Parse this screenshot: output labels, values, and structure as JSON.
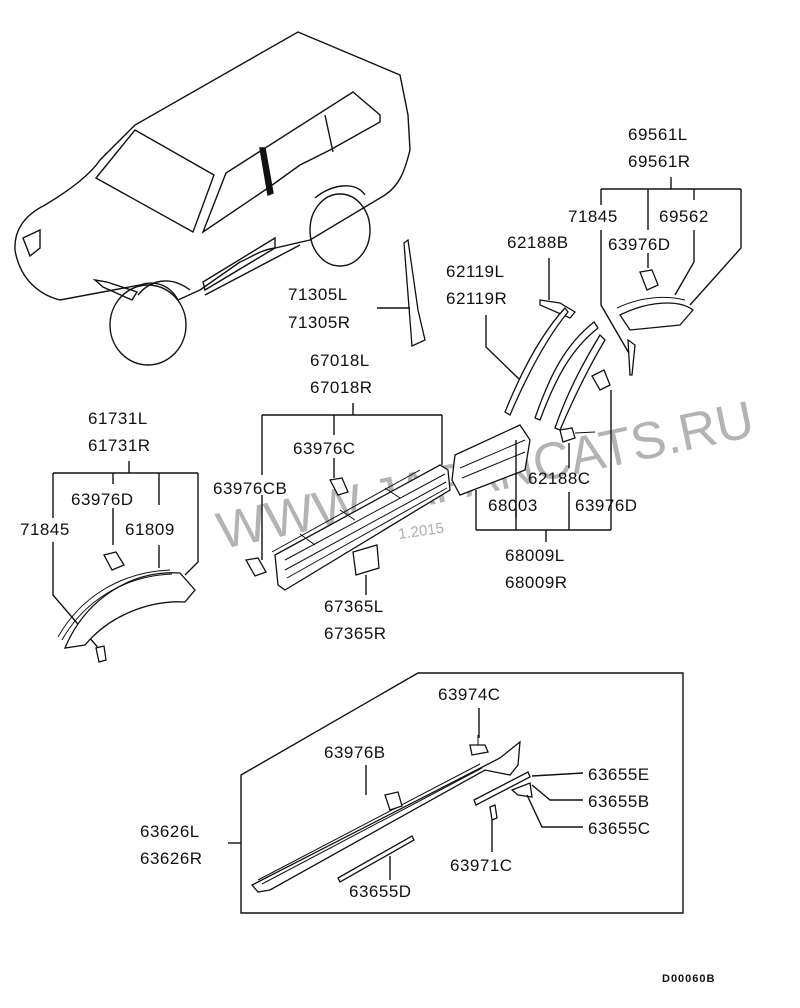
{
  "diagram": {
    "code": "D00060B",
    "watermark": "WWW.JAPANCATS.RU",
    "watermark_date": "1.2015",
    "vehicle_icon": "suv-outline",
    "groups": {
      "rear_flare": {
        "labels": [
          "69561L",
          "69561R"
        ],
        "children": [
          "71845",
          "63976D",
          "69562"
        ]
      },
      "rear_upper": {
        "labels": [
          "62188B",
          "62119L",
          "62119R"
        ]
      },
      "pillar": {
        "labels": [
          "71305L",
          "71305R"
        ]
      },
      "door_moulding": {
        "labels": [
          "67018L",
          "67018R"
        ],
        "children": [
          "63976C",
          "63976CB"
        ]
      },
      "front_flare": {
        "labels": [
          "61731L",
          "61731R"
        ],
        "children": [
          "63976D",
          "71845",
          "61809"
        ]
      },
      "emblem": {
        "labels": [
          "67365L",
          "67365R"
        ]
      },
      "rear_door_moulding": {
        "labels": [
          "68009L",
          "68009R"
        ],
        "children": [
          "62188C",
          "68003",
          "63976D"
        ]
      },
      "side_sill": {
        "labels": [
          "63626L",
          "63626R"
        ],
        "children": [
          "63974C",
          "63976B",
          "63655E",
          "63655B",
          "63655C",
          "63971C",
          "63655D"
        ]
      }
    }
  }
}
